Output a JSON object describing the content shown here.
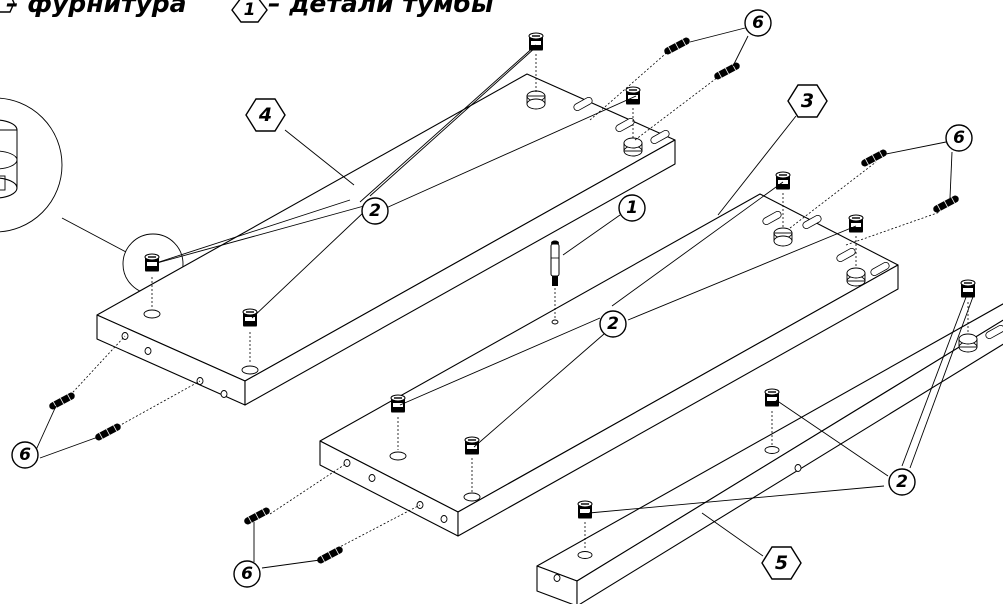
{
  "legend": {
    "hardware_text": "– фурнитура",
    "parts_symbol_number": "1",
    "parts_text": "– детали тумбы"
  },
  "callouts": {
    "part_4": "4",
    "part_3": "3",
    "part_5": "5",
    "hardware_1": "1",
    "hardware_2": "2",
    "hardware_6": "6"
  }
}
